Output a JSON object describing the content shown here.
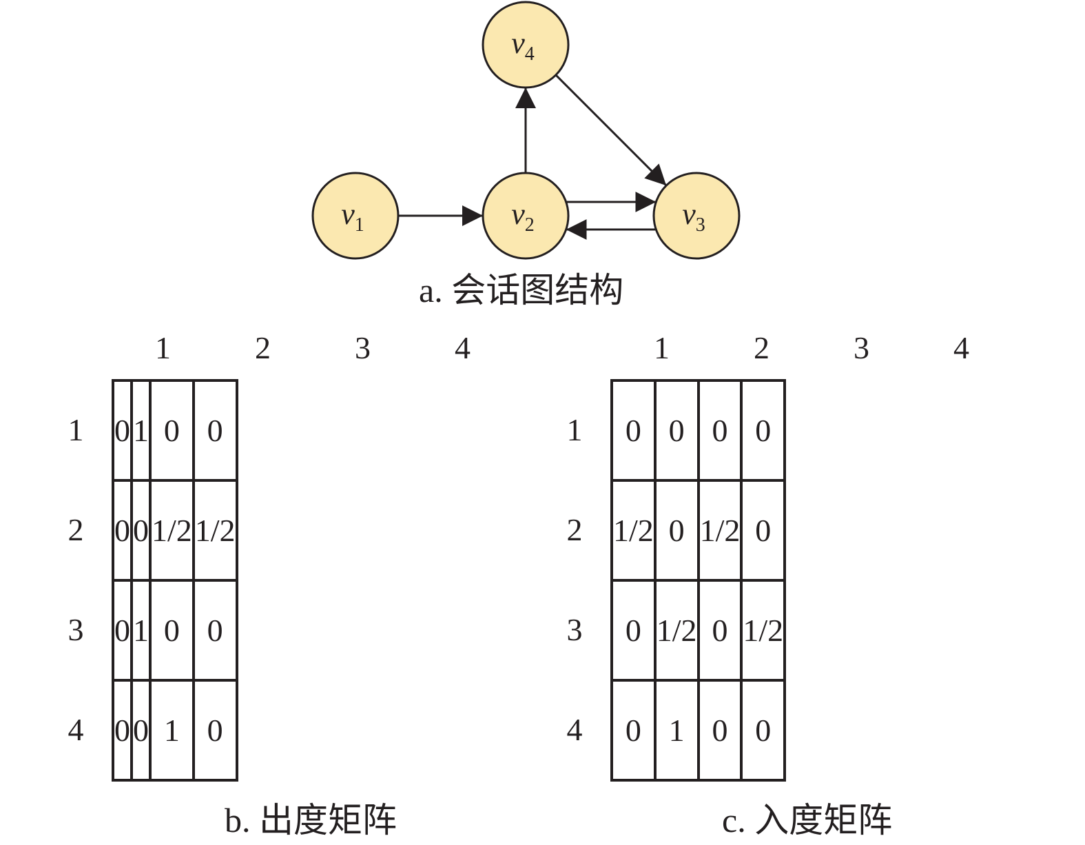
{
  "graph": {
    "nodes": [
      {
        "id": "v1",
        "base": "v",
        "sub": "1"
      },
      {
        "id": "v2",
        "base": "v",
        "sub": "2"
      },
      {
        "id": "v3",
        "base": "v",
        "sub": "3"
      },
      {
        "id": "v4",
        "base": "v",
        "sub": "4"
      }
    ],
    "edges": [
      {
        "from": "v1",
        "to": "v2"
      },
      {
        "from": "v2",
        "to": "v4"
      },
      {
        "from": "v4",
        "to": "v3"
      },
      {
        "from": "v2",
        "to": "v3"
      },
      {
        "from": "v3",
        "to": "v2"
      }
    ],
    "node_fill": "#fbe8b0",
    "stroke_color": "#231f20",
    "caption": "a. 会话图结构"
  },
  "out_matrix": {
    "col_headers": [
      "1",
      "2",
      "3",
      "4"
    ],
    "row_headers": [
      "1",
      "2",
      "3",
      "4"
    ],
    "rows": [
      [
        "0",
        "1",
        "0",
        "0"
      ],
      [
        "0",
        "0",
        "1/2",
        "1/2"
      ],
      [
        "0",
        "1",
        "0",
        "0"
      ],
      [
        "0",
        "0",
        "1",
        "0"
      ]
    ],
    "caption": "b. 出度矩阵"
  },
  "in_matrix": {
    "col_headers": [
      "1",
      "2",
      "3",
      "4"
    ],
    "row_headers": [
      "1",
      "2",
      "3",
      "4"
    ],
    "rows": [
      [
        "0",
        "0",
        "0",
        "0"
      ],
      [
        "1/2",
        "0",
        "1/2",
        "0"
      ],
      [
        "0",
        "1/2",
        "0",
        "1/2"
      ],
      [
        "0",
        "1",
        "0",
        "0"
      ]
    ],
    "caption": "c. 入度矩阵"
  }
}
